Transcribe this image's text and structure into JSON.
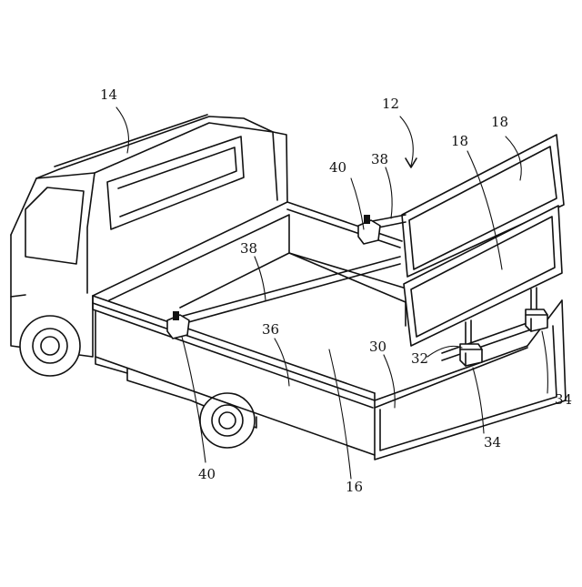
{
  "refs": {
    "r14": "14",
    "r12": "12",
    "r18a": "18",
    "r18b": "18",
    "r40a": "40",
    "r38a": "38",
    "r38b": "38",
    "r36": "36",
    "r30": "30",
    "r32": "32",
    "r34a": "34",
    "r34b": "34",
    "r40b": "40",
    "r16": "16"
  }
}
